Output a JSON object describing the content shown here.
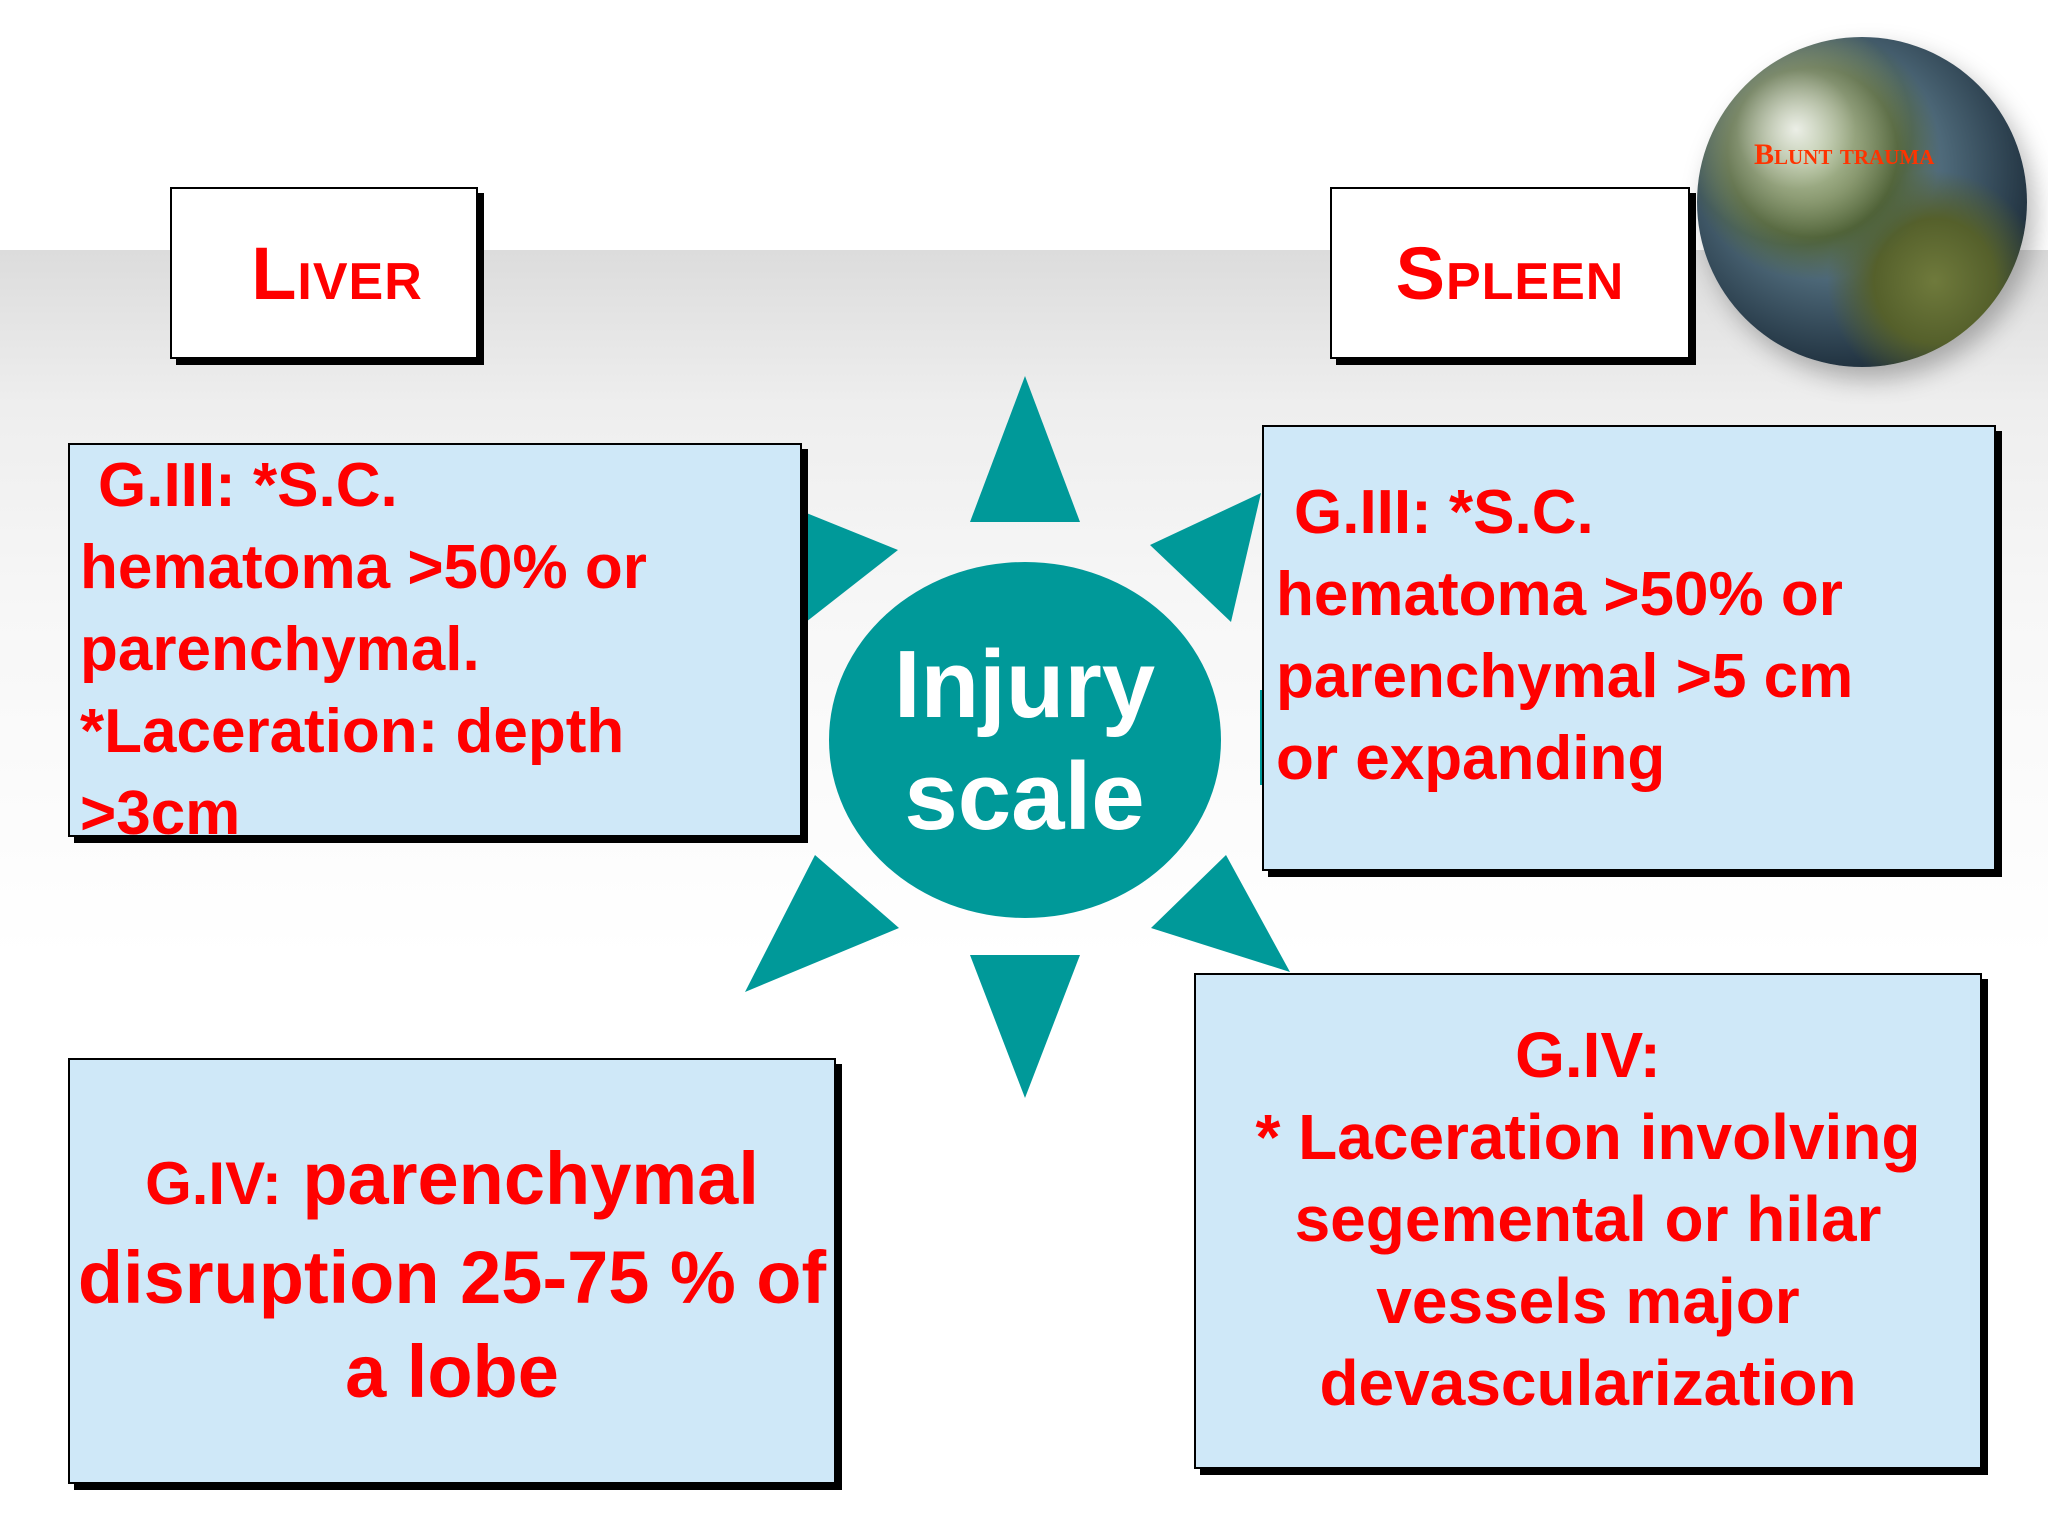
{
  "header": {
    "globe_label": "Blunt trauma"
  },
  "liver": {
    "title": "Liver",
    "grade_iii_lines": [
      "G.III: *S.C.",
      "hematoma >50% or",
      "parenchymal.",
      "*Laceration: depth",
      ">3cm"
    ],
    "grade_iv_prefix": "G.IV:",
    "grade_iv_text": " parenchymal disruption 25-75 % of a lobe"
  },
  "spleen": {
    "title": "Spleen",
    "grade_iii_lines": [
      "G.III: *S.C.",
      "hematoma >50% or",
      "parenchymal >5 cm",
      "or expanding"
    ],
    "grade_iv_lines": [
      "G.IV:",
      "* Laceration involving",
      "segemental  or hilar",
      "vessels major",
      "devascularization"
    ]
  },
  "diagram": {
    "center_label": "Injury\nscale"
  },
  "colors": {
    "accent": "#ff0000",
    "teal": "#009999",
    "box_fill": "#cfe8f8",
    "globe_label": "#ff3300"
  }
}
